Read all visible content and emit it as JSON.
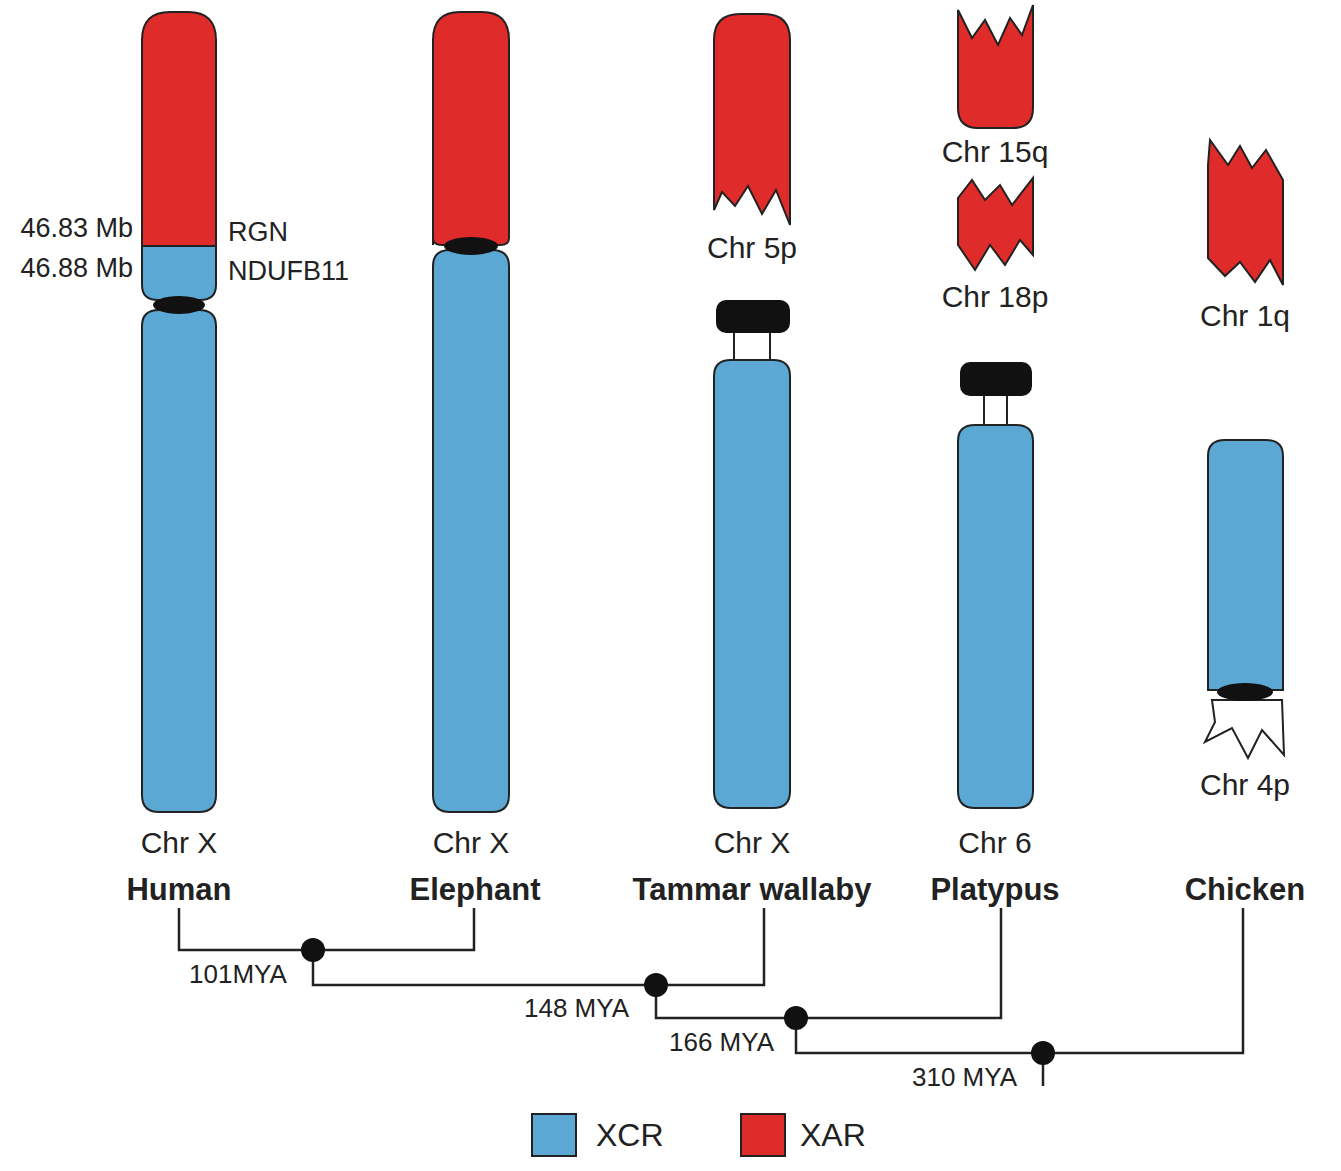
{
  "diagram": {
    "nodes": [
      {
        "text": [
          "Chr X"
        ]
      },
      {
        "text": [
          "Chr X"
        ]
      },
      {
        "text": [
          "Chr 5p"
        ]
      },
      {
        "text": [
          "Chr X"
        ]
      },
      {
        "text": [
          "Chr 15q"
        ]
      },
      {
        "text": [
          "Chr 18p"
        ]
      },
      {
        "text": [
          "Chr 6"
        ]
      },
      {
        "text": [
          "Chr 1q"
        ]
      },
      {
        "text": [
          "Chr 4p"
        ]
      }
    ],
    "labels": [
      "46.83 Mb",
      "RGN",
      "46.88 Mb",
      "NDUFB11",
      "Human",
      "Elephant",
      "Tammar wallaby",
      "Platypus",
      "Chicken",
      "101MYA",
      "148 MYA",
      "166 MYA",
      "310 MYA"
    ],
    "legend": [
      {
        "text": "XCR",
        "color": "#5ba8d4"
      },
      {
        "text": "XAR",
        "color": "#e02b2b"
      }
    ]
  }
}
